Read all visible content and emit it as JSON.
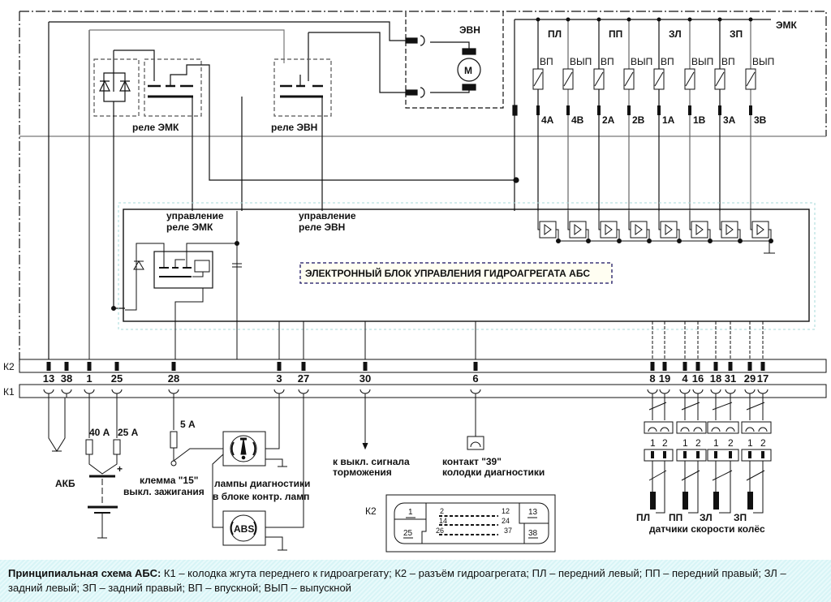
{
  "caption": {
    "title": "Принципиальная схема АБС:",
    "text": " К1 – колодка жгута переднего к гидроагрегату; К2 – разъём гидроагрегата; ПЛ – передний левый; ПП – передний правый; ЗЛ – задний левый; ЗП – задний правый; ВП – впускной; ВЫП – выпускной"
  },
  "top": {
    "emk_label": "ЭМК",
    "evn_label": "ЭВН",
    "motor_glyph": "M",
    "relay_emk_label": "реле ЭМК",
    "relay_evn_label": "реле ЭВН",
    "wheel_groups": [
      "ПЛ",
      "ПП",
      "ЗЛ",
      "ЗП"
    ],
    "valves": [
      {
        "type": "ВП",
        "pin": "4А"
      },
      {
        "type": "ВЫП",
        "pin": "4В"
      },
      {
        "type": "ВП",
        "pin": "2А"
      },
      {
        "type": "ВЫП",
        "pin": "2В"
      },
      {
        "type": "ВП",
        "pin": "1А"
      },
      {
        "type": "ВЫП",
        "pin": "1В"
      },
      {
        "type": "ВП",
        "pin": "3А"
      },
      {
        "type": "ВЫП",
        "pin": "3В"
      }
    ]
  },
  "ecu": {
    "title": "ЭЛЕКТРОННЫЙ БЛОК УПРАВЛЕНИЯ ГИДРОАГРЕГАТА АБС",
    "ctrl_emk_line1": "управление",
    "ctrl_emk_line2": "реле ЭМК",
    "ctrl_evn_line1": "управление",
    "ctrl_evn_line2": "реле ЭВН"
  },
  "connectors": {
    "k2_label": "К2",
    "k1_label": "К1",
    "pins": [
      "13",
      "38",
      "1",
      "25",
      "28",
      "3",
      "27",
      "30",
      "6",
      "8",
      "19",
      "4",
      "16",
      "18",
      "31",
      "29",
      "17"
    ]
  },
  "bottom": {
    "fuse_40": "40 А",
    "fuse_25": "25 А",
    "fuse_5": "5 А",
    "battery_label": "АКБ",
    "battery_plus": "+",
    "ignition_line1": "клемма \"15\"",
    "ignition_line2": "выкл. зажигания",
    "lamps_line1": "лампы диагностики",
    "lamps_line2": "в блоке контр. ламп",
    "abs_lamp": "ABS",
    "brake_line1": "к  выкл. сигнала",
    "brake_line2": "торможения",
    "diag_line1": "контакт \"39\"",
    "diag_line2": "колодки диагностики",
    "sensor_pin1": "1",
    "sensor_pin2": "2",
    "sensors": [
      "ПЛ",
      "ПП",
      "ЗЛ",
      "ЗП"
    ],
    "sensors_caption": "датчики скорости колёс",
    "k2_plug": {
      "label": "К2",
      "p1": "1",
      "p13": "13",
      "p25": "25",
      "p38": "38",
      "r1a": "2",
      "r1b": "12",
      "r2a": "14",
      "r2b": "24",
      "r3a": "26",
      "r3b": "37"
    }
  }
}
